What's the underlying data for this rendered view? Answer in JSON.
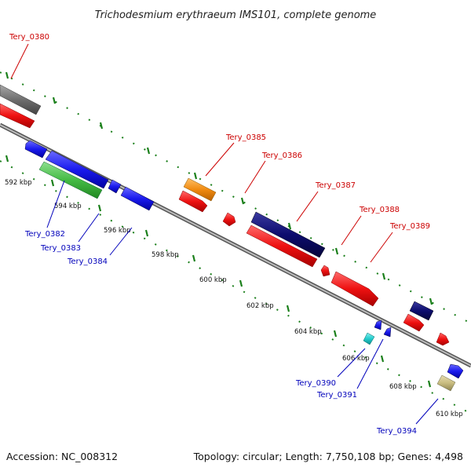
{
  "title": "Trichodesmium erythraeum IMS101, complete genome",
  "footer": {
    "accession": "Accession: NC_008312",
    "summary": "Topology: circular; Length: 7,750,108 bp; Genes: 4,498"
  },
  "colors": {
    "red": "#ee1111",
    "blue": "#1a1aee",
    "navy": "#0c0c6e",
    "gray": "#6e6e6e",
    "green": "#44bb44",
    "orange": "#f08a10",
    "cyan": "#22cccc",
    "khaki": "#c8bc80",
    "tick": "#1a7f1a",
    "label_red": "#cc0000",
    "label_blue": "#0000bb"
  },
  "kbp_labels": [
    "592 kbp",
    "594 kbp",
    "596 kbp",
    "598 kbp",
    "600 kbp",
    "602 kbp",
    "604 kbp",
    "606 kbp",
    "608 kbp",
    "610 kbp"
  ],
  "gene_labels": {
    "tery_0380": "Tery_0380",
    "tery_0382": "Tery_0382",
    "tery_0383": "Tery_0383",
    "tery_0384": "Tery_0384",
    "tery_0385": "Tery_0385",
    "tery_0386": "Tery_0386",
    "tery_0387": "Tery_0387",
    "tery_0388": "Tery_0388",
    "tery_0389": "Tery_0389",
    "tery_0390": "Tery_0390",
    "tery_0391": "Tery_0391",
    "tery_0394": "Tery_0394"
  }
}
